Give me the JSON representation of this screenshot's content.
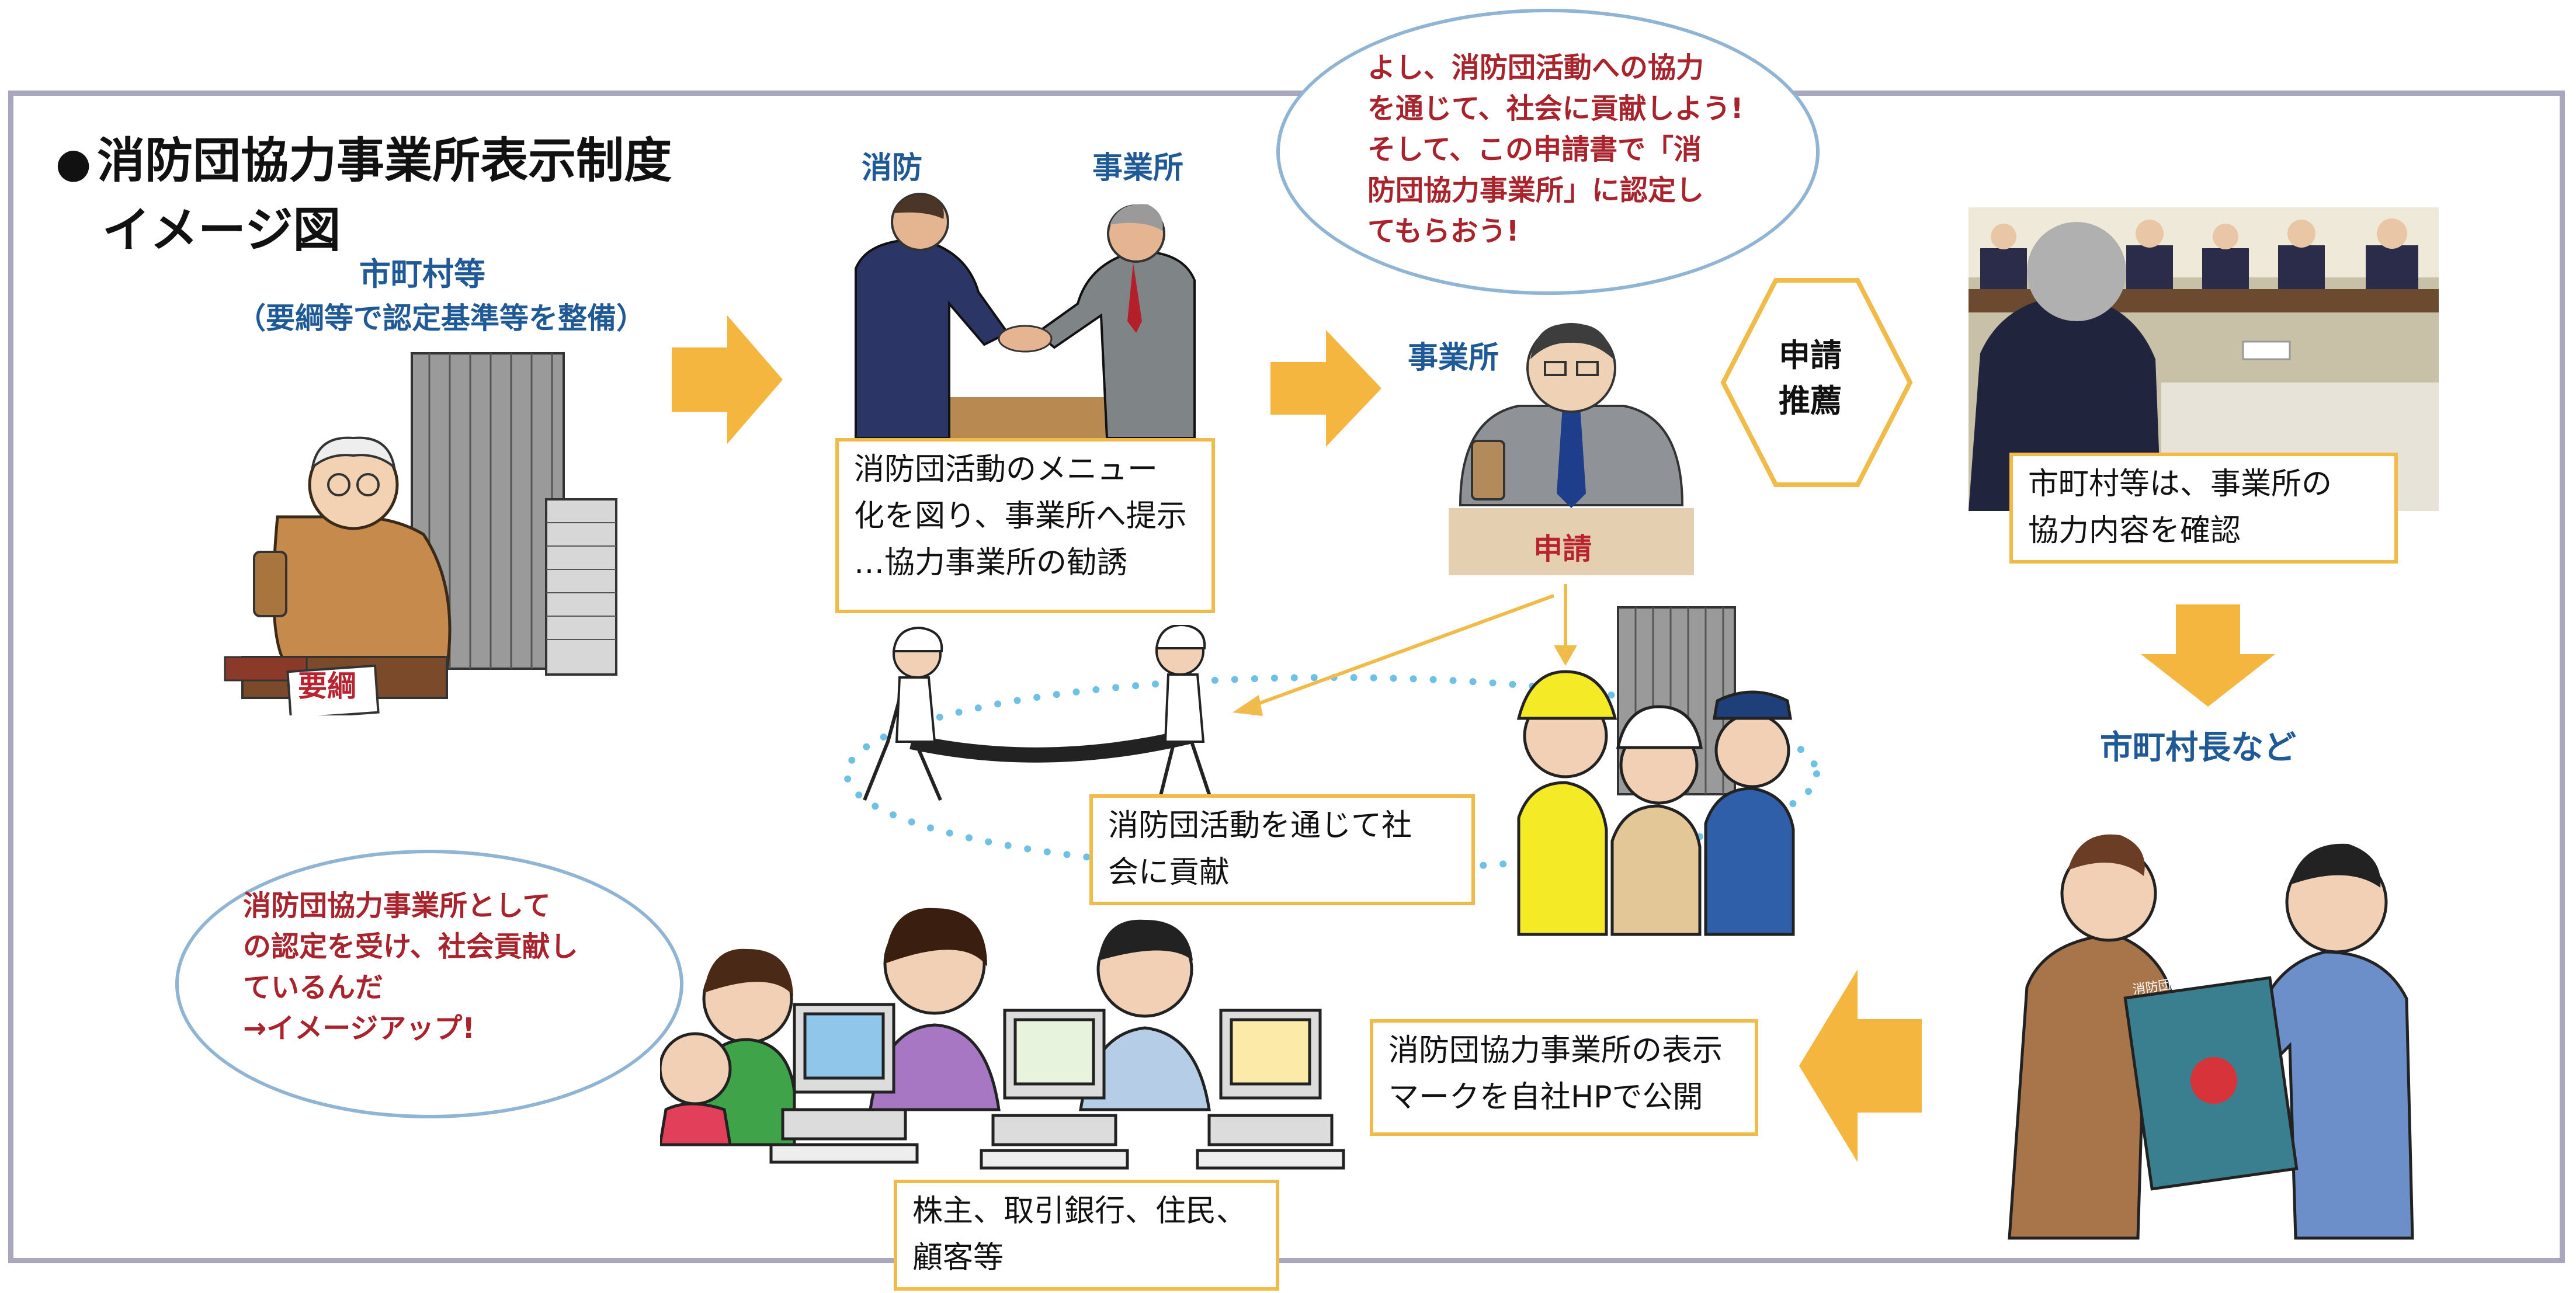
{
  "title": {
    "line1": "消防団協力事業所表示制度",
    "line2": "イメージ図",
    "bullet": "●"
  },
  "municipality": {
    "heading": "市町村等",
    "sub": "（要綱等で認定基準等を整備）",
    "stamp_label": "要綱"
  },
  "handshake": {
    "left_label": "消防",
    "right_label": "事業所"
  },
  "menu_box": {
    "lines": [
      "消防団活動のメニュー",
      "化を図り、事業所へ提示",
      "…協力事業所の勧誘"
    ]
  },
  "bubble_top": {
    "lines": [
      "よし、消防団活動への協力",
      "を通じて、社会に貢献しよう!",
      "そして、この申請書で「消",
      "防団協力事業所」に認定し",
      "てもらおう!"
    ]
  },
  "office": {
    "label": "事業所",
    "application_label": "申請"
  },
  "double_arrow": {
    "line1": "申請",
    "line2": "推薦"
  },
  "meeting_box": {
    "lines": [
      "市町村等は、事業所の",
      "協力内容を確認"
    ]
  },
  "mayor": {
    "label": "市町村長など"
  },
  "activity_box": {
    "lines": [
      "消防団活動を通じて社",
      "会に貢献"
    ]
  },
  "certificate": {
    "title": "消防団協力事業所"
  },
  "publish_box": {
    "lines": [
      "消防団協力事業所の表示",
      "マークを自社HPで公開"
    ]
  },
  "bubble_bottom": {
    "lines": [
      "消防団協力事業所として",
      "の認定を受け、社会貢献し",
      "ているんだ",
      "→イメージアップ!"
    ]
  },
  "stakeholders_box": {
    "lines": [
      "株主、取引銀行、住民、",
      "顧客等"
    ]
  },
  "colors": {
    "arrow": "#f4b63f",
    "frame": "#a9a7bd",
    "label_blue": "#1f5a97",
    "label_red": "#b8232f",
    "box_border": "#f1bb4a",
    "bubble_border": "#8fb4d4"
  }
}
